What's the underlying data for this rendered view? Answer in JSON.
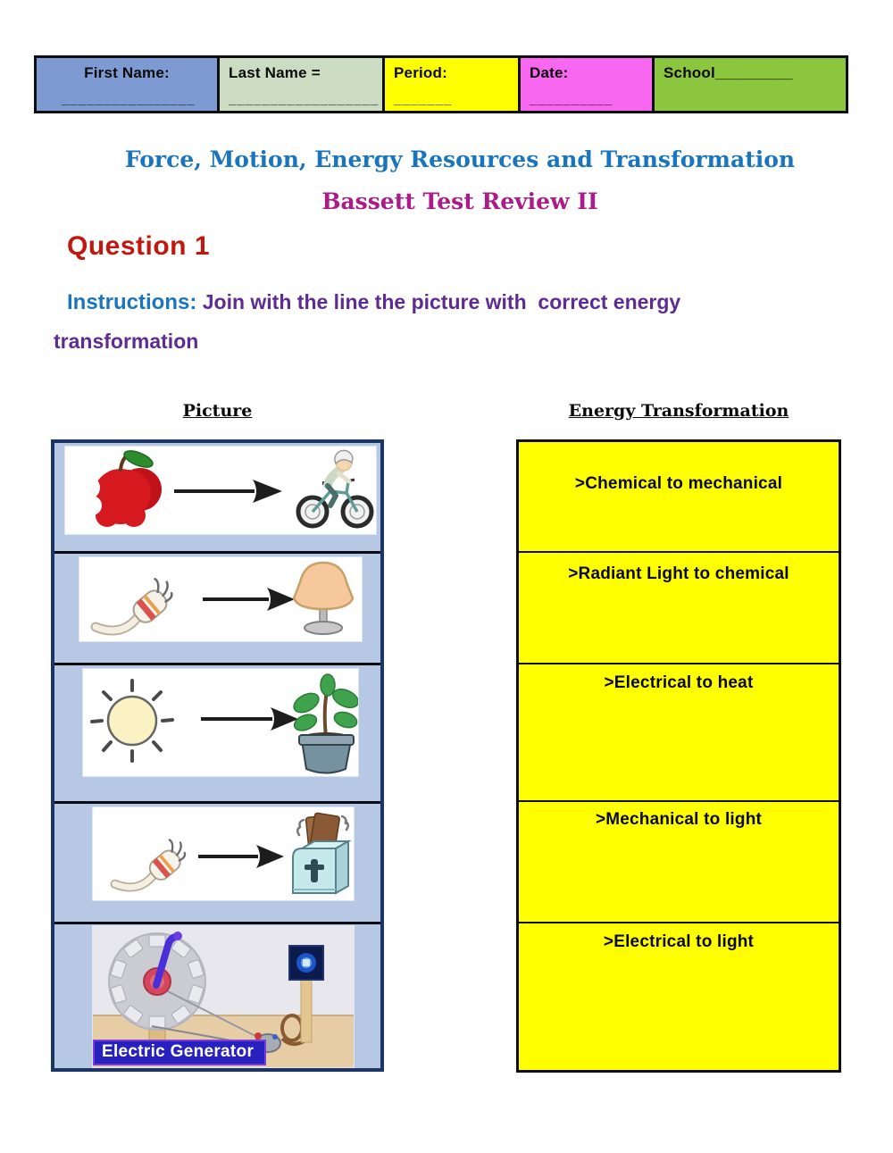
{
  "header": {
    "fields": [
      {
        "label": "First Name:",
        "line": "________________",
        "bg": "#7d9bd2"
      },
      {
        "label": "Last Name =",
        "line": "__________________",
        "bg": "#cbdcc2"
      },
      {
        "label": "Period:",
        "line": "_______",
        "bg": "#ffff00"
      },
      {
        "label": "Date:",
        "line": "__________",
        "bg": "#f867ef"
      },
      {
        "label": "School_________",
        "line": "",
        "bg": "#8cc63f"
      }
    ]
  },
  "titles": {
    "main": "Force, Motion, Energy Resources and Transformation",
    "subtitle": "Bassett Test Review II",
    "question": "Question 1",
    "instructions_label": "Instructions:",
    "instructions_line1": " Join with the line the picture with  correct energy",
    "instructions_line2": "transformation"
  },
  "columns": {
    "picture_header": "Picture",
    "energy_header": "Energy Transformation"
  },
  "pictures": [
    {
      "icons": [
        "bitten-apple-icon",
        "arrow-right-icon",
        "cyclist-icon"
      ]
    },
    {
      "icons": [
        "power-plug-icon",
        "arrow-right-icon",
        "lamp-icon"
      ]
    },
    {
      "icons": [
        "sun-icon",
        "arrow-right-icon",
        "potted-plant-icon"
      ]
    },
    {
      "icons": [
        "power-plug-icon",
        "arrow-right-icon",
        "toaster-icon"
      ]
    },
    {
      "icons": [
        "electric-generator-photo"
      ],
      "caption": "Electric Generator"
    }
  ],
  "answers": [
    ">Chemical to mechanical",
    ">Radiant Light to chemical",
    ">Electrical to heat",
    ">Mechanical to light",
    ">Electrical to light"
  ],
  "colors": {
    "title_blue": "#1b75bc",
    "subtitle_magenta": "#aa1c88",
    "question_red": "#c1170f",
    "instructions_purple": "#5e2c90",
    "picture_cell_bg": "#b7c8e5",
    "picture_border": "#1b3564",
    "answer_bg": "#ffff00",
    "caption_bg": "#2921bf"
  }
}
